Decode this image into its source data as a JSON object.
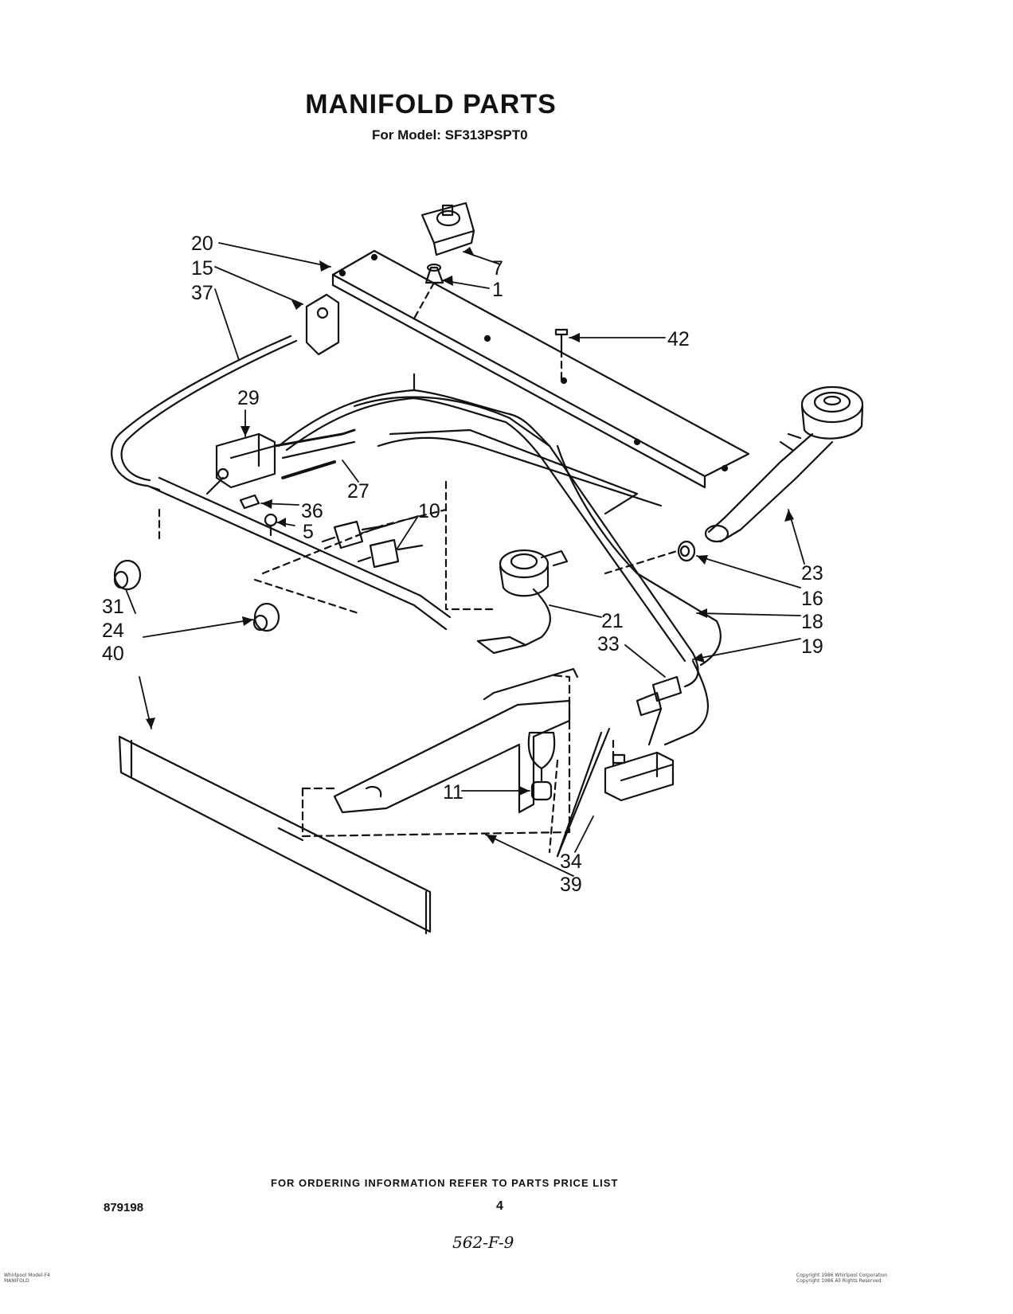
{
  "title": "MANIFOLD PARTS",
  "subtitle": "For Model: SF313PSPT0",
  "footer_note": "FOR ORDERING INFORMATION REFER TO PARTS PRICE LIST",
  "doc_number": "879198",
  "page_number": "4",
  "handwritten_code": "562-F-9",
  "tiny_left": [
    "Whirlpool Model-F4",
    "MANIFOLD"
  ],
  "tiny_right": [
    "Copyright 1986 Whirlpool Corporation",
    "Copyright 1986 All Rights Reserved"
  ],
  "callouts": {
    "c20": "20",
    "c15": "15",
    "c37": "37",
    "c7": "7",
    "c1": "1",
    "c42": "42",
    "c29": "29",
    "c27": "27",
    "c36": "36",
    "c5": "5",
    "c10": "10",
    "c23": "23",
    "c16": "16",
    "c18": "18",
    "c19": "19",
    "c21": "21",
    "c33": "33",
    "c31": "31",
    "c24": "24",
    "c40": "40",
    "c11": "11",
    "c34": "34",
    "c39": "39"
  }
}
